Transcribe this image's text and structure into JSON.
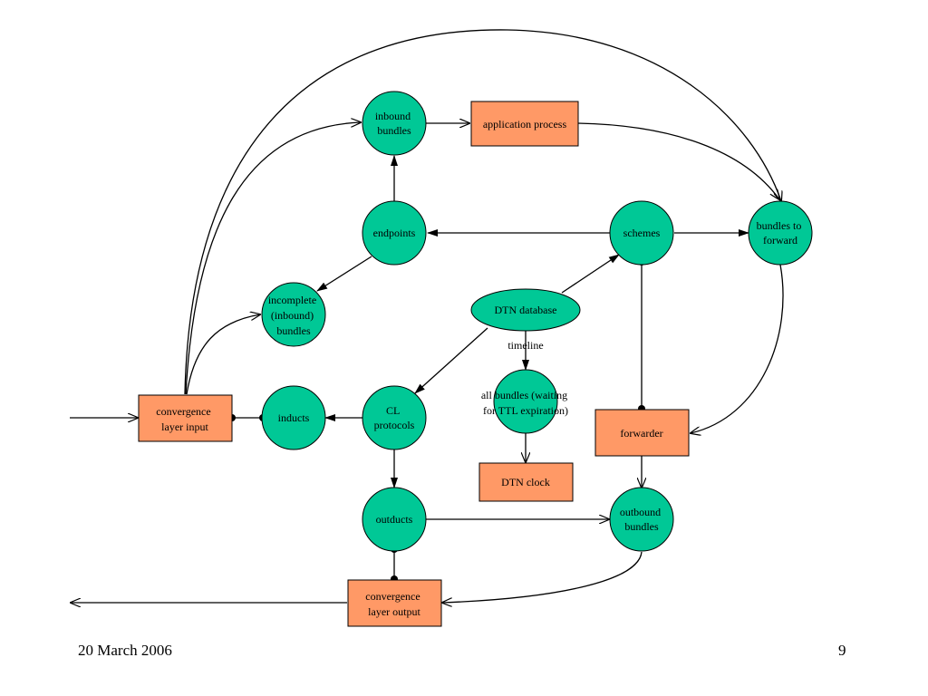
{
  "nodes": {
    "inbound_bundles": {
      "lines": [
        "inbound",
        "bundles"
      ],
      "kind": "circle"
    },
    "application_process": {
      "lines": [
        "application process"
      ],
      "kind": "box"
    },
    "bundles_to_forward": {
      "lines": [
        "bundles to",
        "forward"
      ],
      "kind": "circle"
    },
    "endpoints": {
      "lines": [
        "endpoints"
      ],
      "kind": "circle"
    },
    "schemes": {
      "lines": [
        "schemes"
      ],
      "kind": "circle"
    },
    "incomplete_bundles": {
      "lines": [
        "incomplete",
        "(inbound)",
        "bundles"
      ],
      "kind": "circle"
    },
    "dtn_database": {
      "lines": [
        "DTN database"
      ],
      "kind": "ellipse"
    },
    "all_bundles": {
      "lines": [
        "all bundles (waiting",
        "for TTL expiration)"
      ],
      "kind": "circle"
    },
    "convergence_layer_input": {
      "lines": [
        "convergence",
        "layer input"
      ],
      "kind": "box"
    },
    "inducts": {
      "lines": [
        "inducts"
      ],
      "kind": "circle"
    },
    "cl_protocols": {
      "lines": [
        "CL",
        "protocols"
      ],
      "kind": "circle"
    },
    "forwarder": {
      "lines": [
        "forwarder"
      ],
      "kind": "box"
    },
    "dtn_clock": {
      "lines": [
        "DTN clock"
      ],
      "kind": "box"
    },
    "outducts": {
      "lines": [
        "outducts"
      ],
      "kind": "circle"
    },
    "outbound_bundles": {
      "lines": [
        "outbound",
        "bundles"
      ],
      "kind": "circle"
    },
    "convergence_layer_output": {
      "lines": [
        "convergence",
        "layer output"
      ],
      "kind": "box"
    }
  },
  "edge_labels": {
    "timeline": "timeline"
  },
  "footer": {
    "date": "20 March 2006",
    "page_number": "9"
  }
}
